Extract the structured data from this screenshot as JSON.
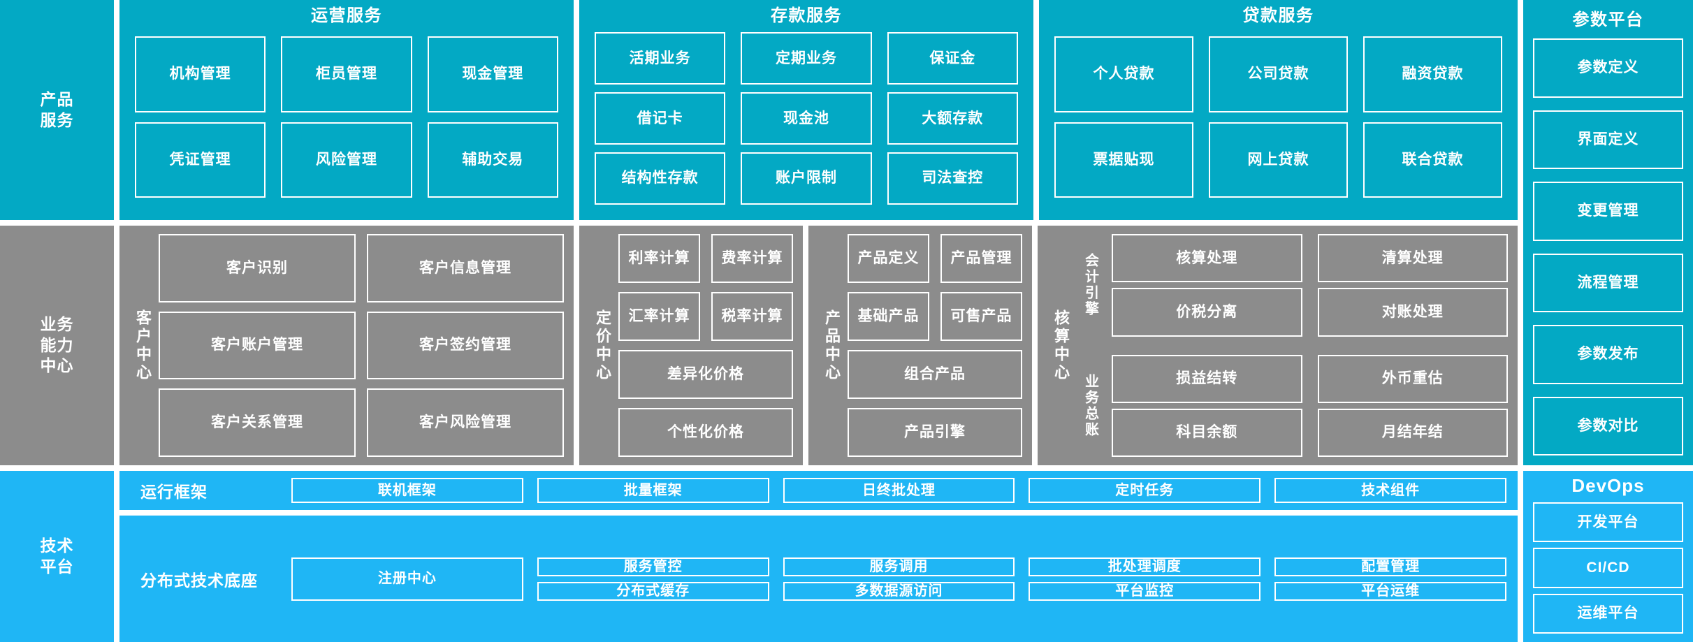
{
  "layers": [
    {
      "id": "product-service",
      "label_lines": [
        "产品",
        "服务"
      ],
      "color": "#03a9c4"
    },
    {
      "id": "business-capability",
      "label_lines": [
        "业务",
        "能力",
        "中心"
      ],
      "color": "#8c8c8c"
    },
    {
      "id": "tech-platform",
      "label_lines": [
        "技术",
        "平台"
      ],
      "color": "#1fb6f5"
    }
  ],
  "product_service": {
    "groups": [
      {
        "title": "运营服务",
        "cells": [
          "机构管理",
          "柜员管理",
          "现金管理",
          "凭证管理",
          "风险管理",
          "辅助交易"
        ]
      },
      {
        "title": "存款服务",
        "cells": [
          "活期业务",
          "定期业务",
          "保证金",
          "借记卡",
          "现金池",
          "大额存款",
          "结构性存款",
          "账户限制",
          "司法查控"
        ]
      },
      {
        "title": "贷款服务",
        "cells": [
          "个人贷款",
          "公司贷款",
          "融资贷款",
          "票据贴现",
          "网上贷款",
          "联合贷款"
        ]
      }
    ]
  },
  "parameter_platform": {
    "title": "参数平台",
    "cells": [
      "参数定义",
      "界面定义",
      "变更管理",
      "流程管理",
      "参数发布",
      "参数对比"
    ]
  },
  "business_capability": {
    "centers": [
      {
        "name": "客户中心",
        "cells": [
          "客户识别",
          "客户信息管理",
          "客户账户管理",
          "客户签约管理",
          "客户关系管理",
          "客户风险管理"
        ]
      },
      {
        "name": "定价中心",
        "cells": [
          "利率计算",
          "费率计算",
          "汇率计算",
          "税率计算"
        ],
        "wide_cells": [
          "差异化价格",
          "个性化价格"
        ]
      },
      {
        "name": "产品中心",
        "cells": [
          "产品定义",
          "产品管理",
          "基础产品",
          "可售产品"
        ],
        "wide_cells": [
          "组合产品",
          "产品引擎"
        ]
      },
      {
        "name": "核算中心",
        "subgroups": [
          {
            "name": "会计引擎",
            "cells": [
              "核算处理",
              "清算处理",
              "价税分离",
              "对账处理"
            ]
          },
          {
            "name": "业务总账",
            "cells": [
              "损益结转",
              "外币重估",
              "科目余额",
              "月结年结"
            ]
          }
        ]
      }
    ]
  },
  "tech_platform": {
    "runtime": {
      "name": "运行框架",
      "cells": [
        "联机框架",
        "批量框架",
        "日终批处理",
        "定时任务",
        "技术组件"
      ]
    },
    "base": {
      "name": "分布式技术底座",
      "registry": "注册中心",
      "cells": [
        "服务管控",
        "服务调用",
        "批处理调度",
        "配置管理",
        "分布式缓存",
        "多数据源访问",
        "平台监控",
        "平台运维"
      ]
    }
  },
  "devops": {
    "title": "DevOps",
    "cells": [
      "开发平台",
      "CI/CD",
      "运维平台"
    ]
  },
  "colors": {
    "teal": "#03a9c4",
    "gray": "#8c8c8c",
    "blue": "#1fb6f5",
    "border": "#ffffff",
    "background": "#ffffff"
  }
}
